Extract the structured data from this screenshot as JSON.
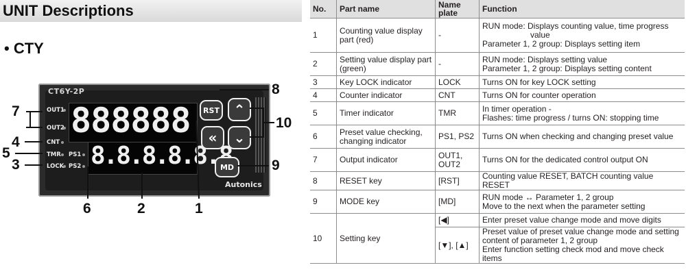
{
  "left": {
    "header": "UNIT  Descriptions",
    "bullet": "• CTY",
    "device": {
      "model": "CT6Y-2P",
      "brand": "Autonics",
      "indicators": [
        "OUT1",
        "OUT2",
        "CNT",
        "TMR",
        "PS1",
        "LOCK",
        "PS2"
      ],
      "red_display": "888888",
      "green_display": "8.8.8.8.8.8",
      "keys": {
        "rst": "RST",
        "up": "⌃",
        "left": "«",
        "down": "⌄",
        "md": "MD"
      }
    },
    "callouts": [
      "7",
      "4",
      "5",
      "3",
      "6",
      "2",
      "1",
      "8",
      "10",
      "9"
    ]
  },
  "table": {
    "headers": [
      "No.",
      "Part name",
      "Name plate",
      "Function"
    ],
    "rows": [
      {
        "no": "1",
        "part": "Counting value display part (red)",
        "plate": "-",
        "func": [
          "RUN mode: Displays counting value, time progress",
          "value",
          "Parameter 1, 2 group: Displays setting item"
        ]
      },
      {
        "no": "2",
        "part": "Setting value display part (green)",
        "plate": "-",
        "func": [
          "RUN mode: Displays setting value",
          "Parameter 1, 2 group: Displays setting content"
        ]
      },
      {
        "no": "3",
        "part": "Key LOCK indicator",
        "plate": "LOCK",
        "func": [
          "Turns ON for key LOCK setting"
        ]
      },
      {
        "no": "4",
        "part": "Counter indicator",
        "plate": "CNT",
        "func": [
          "Turns ON for counter operation"
        ]
      },
      {
        "no": "5",
        "part": "Timer indicator",
        "plate": "TMR",
        "func": [
          "In timer operation -",
          "Flashes: time progress / turns ON: stopping time"
        ]
      },
      {
        "no": "6",
        "part": "Preset value checking, changing indicator",
        "plate": "PS1, PS2",
        "func": [
          "Turns ON when checking and changing preset value"
        ]
      },
      {
        "no": "7",
        "part": "Output indicator",
        "plate": "OUT1, OUT2",
        "func": [
          "Turns ON for the dedicated control output ON"
        ]
      },
      {
        "no": "8",
        "part": "RESET key",
        "plate": "[RST]",
        "func": [
          "Counting value RESET, BATCH counting value RESET"
        ]
      },
      {
        "no": "9",
        "part": "MODE key",
        "plate": "[MD]",
        "func": [
          "RUN mode ↔ Parameter 1, 2 group",
          "Move to the next when the parameter setting"
        ]
      },
      {
        "no": "10",
        "part": "Setting key",
        "plate_a": "[◀]",
        "func_a": [
          "Enter preset value change mode and move digits"
        ],
        "plate_b": "[▼], [▲]",
        "func_b": [
          "Preset value of preset value change mode and setting",
          "content of parameter 1, 2 group",
          "Enter function setting check mod and move check items"
        ]
      }
    ]
  }
}
